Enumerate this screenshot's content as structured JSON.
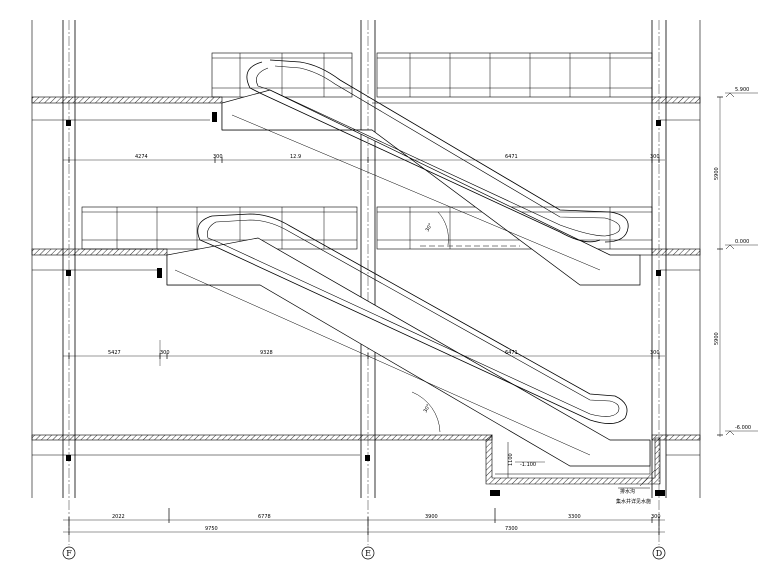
{
  "axes": [
    {
      "label": "F"
    },
    {
      "label": "E"
    },
    {
      "label": "D"
    }
  ],
  "elevations": {
    "top": "5.900",
    "middle": "0.000",
    "bottom": "-6.000"
  },
  "vertical_dims": {
    "upper": "5900",
    "lower": "5900"
  },
  "upper_dims": [
    "4274",
    "300",
    "12.9",
    "6471",
    "300"
  ],
  "lower_dims": [
    "5427",
    "300",
    "9328",
    "6471",
    "300"
  ],
  "bottom_dims_row1": [
    "2022",
    "6778",
    "3900",
    "3300",
    "300"
  ],
  "bottom_dims_row2": [
    "9750",
    "7300"
  ],
  "angles": [
    "30°",
    "30°"
  ],
  "pit_level": "-1.100",
  "pit_depth": "1100",
  "note_lines": [
    "排水沟",
    "集水井详见水施"
  ]
}
